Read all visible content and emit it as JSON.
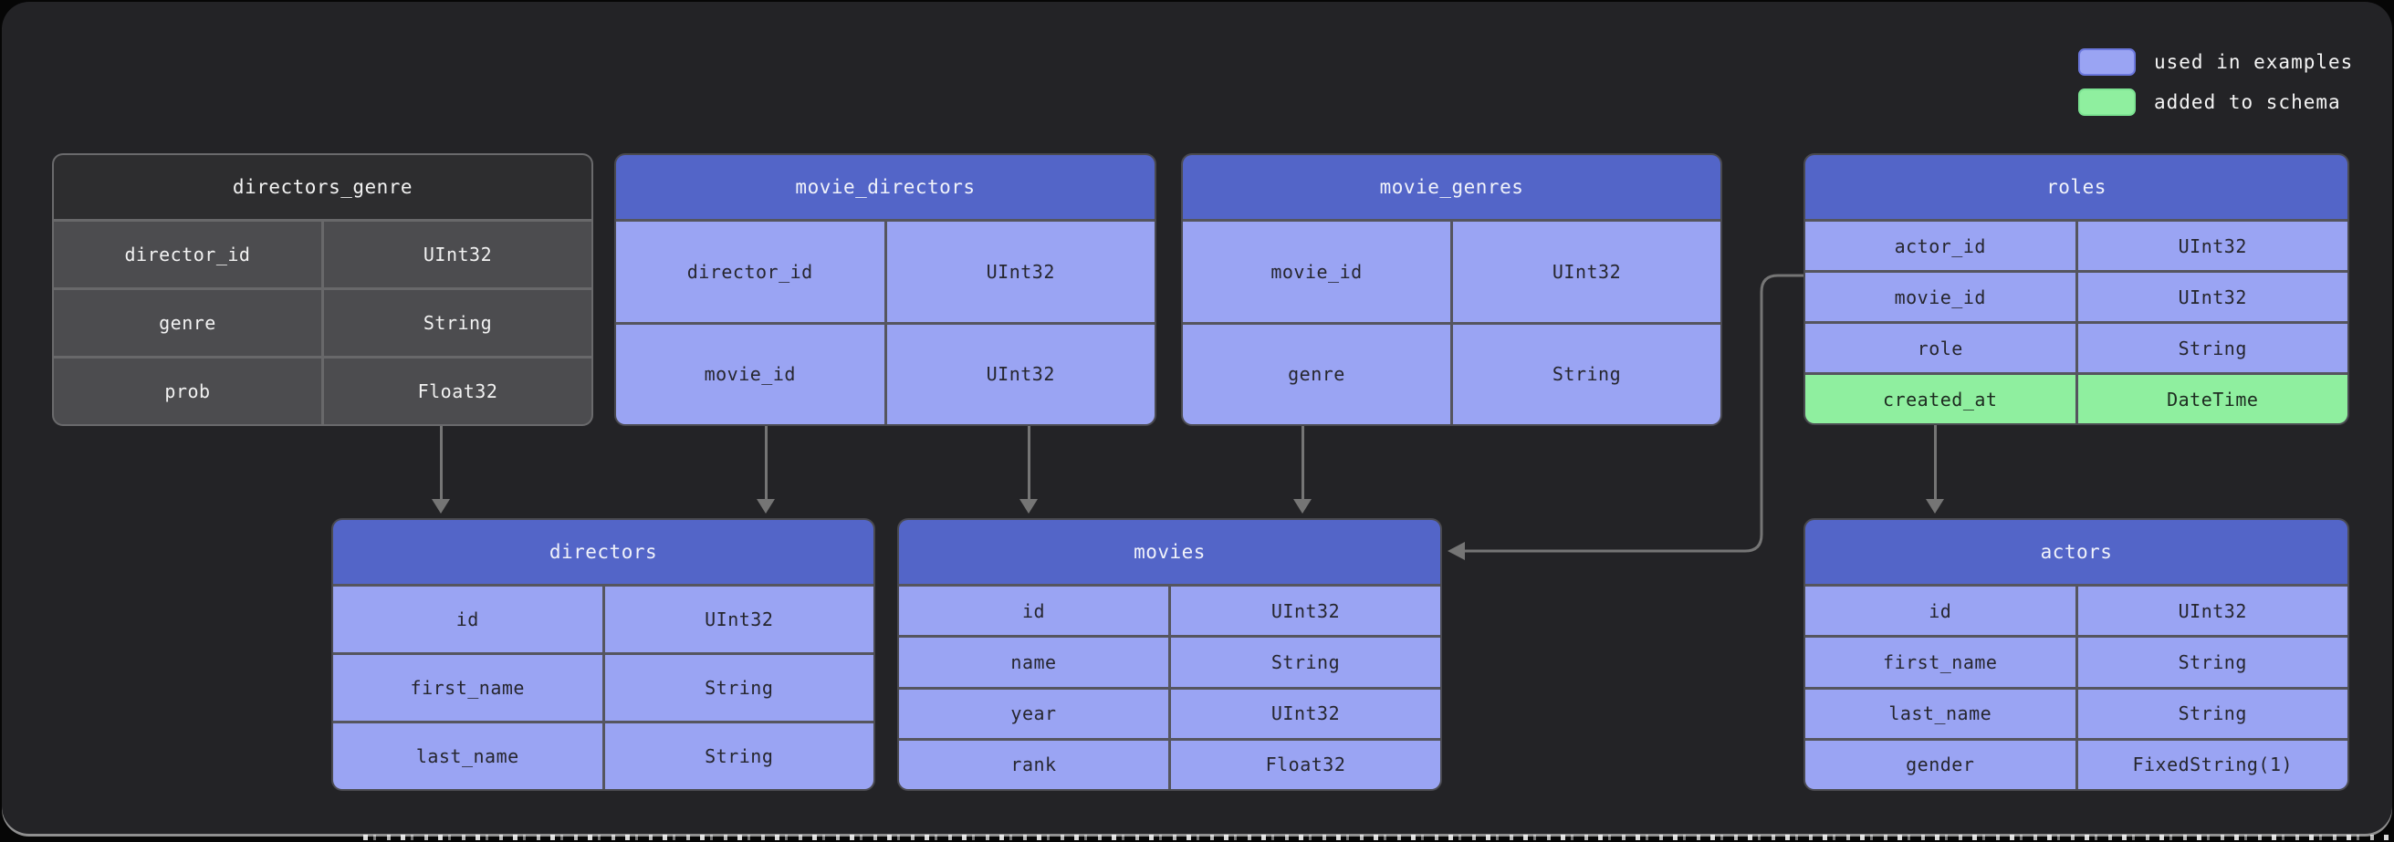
{
  "legend": {
    "items": [
      {
        "id": "used-in-examples",
        "label": "used in examples",
        "swatch_color": "#9aa4f3",
        "swatch_border": "#6b77dc"
      },
      {
        "id": "added-to-schema",
        "label": "added to schema",
        "swatch_color": "#8fef9f",
        "swatch_border": "#7ce392"
      }
    ]
  },
  "tables": [
    {
      "name": "directors_genre",
      "variant": "dark",
      "rows": [
        {
          "field": "director_id",
          "type": "UInt32"
        },
        {
          "field": "genre",
          "type": "String"
        },
        {
          "field": "prob",
          "type": "Float32"
        }
      ]
    },
    {
      "name": "movie_directors",
      "variant": "blue",
      "rows": [
        {
          "field": "director_id",
          "type": "UInt32"
        },
        {
          "field": "movie_id",
          "type": "UInt32"
        }
      ]
    },
    {
      "name": "movie_genres",
      "variant": "blue",
      "rows": [
        {
          "field": "movie_id",
          "type": "UInt32"
        },
        {
          "field": "genre",
          "type": "String"
        }
      ]
    },
    {
      "name": "roles",
      "variant": "blue",
      "rows": [
        {
          "field": "actor_id",
          "type": "UInt32"
        },
        {
          "field": "movie_id",
          "type": "UInt32"
        },
        {
          "field": "role",
          "type": "String"
        },
        {
          "field": "created_at",
          "type": "DateTime",
          "highlight": "added-to-schema"
        }
      ]
    },
    {
      "name": "directors",
      "variant": "blue",
      "rows": [
        {
          "field": "id",
          "type": "UInt32"
        },
        {
          "field": "first_name",
          "type": "String"
        },
        {
          "field": "last_name",
          "type": "String"
        }
      ]
    },
    {
      "name": "movies",
      "variant": "blue",
      "rows": [
        {
          "field": "id",
          "type": "UInt32"
        },
        {
          "field": "name",
          "type": "String"
        },
        {
          "field": "year",
          "type": "UInt32"
        },
        {
          "field": "rank",
          "type": "Float32"
        }
      ]
    },
    {
      "name": "actors",
      "variant": "blue",
      "rows": [
        {
          "field": "id",
          "type": "UInt32"
        },
        {
          "field": "first_name",
          "type": "String"
        },
        {
          "field": "last_name",
          "type": "String"
        },
        {
          "field": "gender",
          "type": "FixedString(1)"
        }
      ]
    }
  ],
  "connections": [
    {
      "from": "directors_genre",
      "to": "directors"
    },
    {
      "from": "movie_directors",
      "to": "directors"
    },
    {
      "from": "movie_directors",
      "to": "movies"
    },
    {
      "from": "movie_genres",
      "to": "movies"
    },
    {
      "from": "roles",
      "to": "movies"
    },
    {
      "from": "roles",
      "to": "actors"
    }
  ],
  "colors": {
    "table_header_blue": "#5365c8",
    "table_row_blue": "#9aa4f3",
    "table_row_green": "#8fef9f",
    "table_header_dark": "#2d2d2f",
    "table_row_dark": "#4c4c4f",
    "arrow": "#757575",
    "background": "#232326"
  }
}
